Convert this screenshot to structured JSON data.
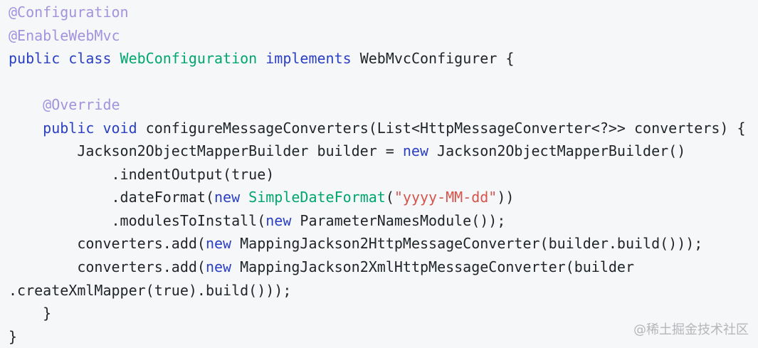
{
  "page": {
    "background": "#f6f7f8",
    "watermark": "@稀土掘金技术社区"
  },
  "colors": {
    "bg": "#f6f7f8",
    "annotation": "#a393dd",
    "keyword": "#2a3fc2",
    "classname": "#00a76d",
    "string": "#d5544e",
    "plain": "#212529",
    "watermark": "#b4b7b9"
  },
  "code": {
    "language": "java",
    "lines": [
      {
        "tokens": [
          {
            "t": "annotation",
            "s": "@Configuration"
          }
        ]
      },
      {
        "tokens": [
          {
            "t": "annotation",
            "s": "@EnableWebMvc"
          }
        ]
      },
      {
        "tokens": [
          {
            "t": "kw",
            "s": "public class "
          },
          {
            "t": "cls",
            "s": "WebConfiguration"
          },
          {
            "t": "plain",
            "s": " "
          },
          {
            "t": "kw",
            "s": "implements"
          },
          {
            "t": "plain",
            "s": " WebMvcConfigurer {"
          }
        ]
      },
      {
        "tokens": [
          {
            "t": "plain",
            "s": " "
          }
        ]
      },
      {
        "tokens": [
          {
            "t": "plain",
            "s": "    "
          },
          {
            "t": "annotation",
            "s": "@Override"
          }
        ]
      },
      {
        "tokens": [
          {
            "t": "plain",
            "s": "    "
          },
          {
            "t": "kw",
            "s": "public void"
          },
          {
            "t": "plain",
            "s": " configureMessageConverters(List<HttpMessageConverter<?>> converters) {"
          }
        ]
      },
      {
        "tokens": [
          {
            "t": "plain",
            "s": "        Jackson2ObjectMapperBuilder builder = "
          },
          {
            "t": "kw",
            "s": "new"
          },
          {
            "t": "plain",
            "s": " Jackson2ObjectMapperBuilder()"
          }
        ]
      },
      {
        "tokens": [
          {
            "t": "plain",
            "s": "            .indentOutput(true)"
          }
        ]
      },
      {
        "tokens": [
          {
            "t": "plain",
            "s": "            .dateFormat("
          },
          {
            "t": "kw",
            "s": "new"
          },
          {
            "t": "plain",
            "s": " "
          },
          {
            "t": "cls",
            "s": "SimpleDateFormat"
          },
          {
            "t": "plain",
            "s": "("
          },
          {
            "t": "str",
            "s": "\"yyyy-MM-dd\""
          },
          {
            "t": "plain",
            "s": "))"
          }
        ]
      },
      {
        "tokens": [
          {
            "t": "plain",
            "s": "            .modulesToInstall("
          },
          {
            "t": "kw",
            "s": "new"
          },
          {
            "t": "plain",
            "s": " ParameterNamesModule());"
          }
        ]
      },
      {
        "tokens": [
          {
            "t": "plain",
            "s": "        converters.add("
          },
          {
            "t": "kw",
            "s": "new"
          },
          {
            "t": "plain",
            "s": " MappingJackson2HttpMessageConverter(builder.build()));"
          }
        ]
      },
      {
        "tokens": [
          {
            "t": "plain",
            "s": "        converters.add("
          },
          {
            "t": "kw",
            "s": "new"
          },
          {
            "t": "plain",
            "s": " MappingJackson2XmlHttpMessageConverter(builder"
          }
        ]
      },
      {
        "tokens": [
          {
            "t": "plain",
            "s": ".createXmlMapper(true).build()));"
          }
        ]
      },
      {
        "tokens": [
          {
            "t": "plain",
            "s": "    }"
          }
        ]
      },
      {
        "tokens": [
          {
            "t": "plain",
            "s": "}"
          }
        ]
      }
    ]
  }
}
